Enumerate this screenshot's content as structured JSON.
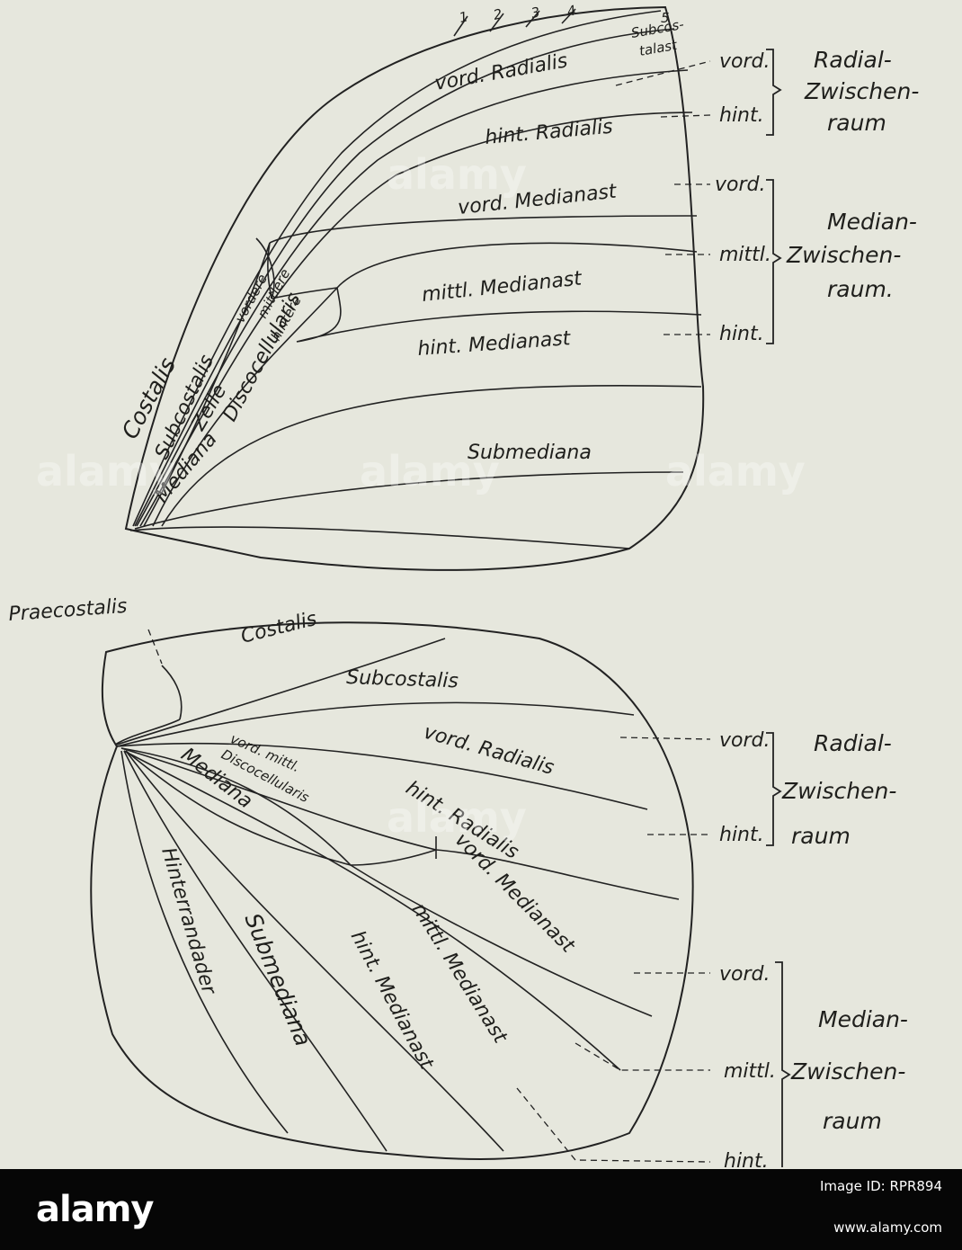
{
  "forewing": {
    "numbers": [
      "1",
      "2",
      "3",
      "4",
      "5"
    ],
    "subcostalast_line1": "Subcos-",
    "subcostalast_line2": "talast",
    "vord_radialis": "vord. Radialis",
    "hint_radialis": "hint. Radialis",
    "vord_medianast": "vord. Medianast",
    "mittl_medianast": "mittl. Medianast",
    "hint_medianast": "hint. Medianast",
    "submediana": "Submediana",
    "costalis": "Costalis",
    "subcostalis": "Subcostalis",
    "zelle": "Zelle",
    "mediana": "Mediana",
    "discocellularis": "Discocellularis",
    "vordere": "vordere",
    "mittlere": "mittlere",
    "hintere": "hintere",
    "tag_vord_radial": "vord.",
    "tag_hint_radial": "hint.",
    "radial_group_line1": "Radial-",
    "radial_group_line2": "Zwischen-",
    "radial_group_line3": "raum",
    "tag_vord_median": "vord.",
    "tag_mittl_median": "mittl.",
    "tag_hint_median": "hint.",
    "median_group_line1": "Median-",
    "median_group_line2": "Zwischen-",
    "median_group_line3": "raum."
  },
  "hindwing": {
    "praecostalis": "Praecostalis",
    "costalis": "Costalis",
    "subcostalis": "Subcostalis",
    "vord_radialis": "vord. Radialis",
    "hint_radialis": "hint. Radialis",
    "vord_mittl": "vord. mittl.",
    "discocellularis": "Discocellularis",
    "mediana": "Mediana",
    "vord_medianast": "vord. Medianast",
    "mittl_medianast": "mittl. Medianast",
    "hint_medianast": "hint. Medianast",
    "submediana": "Submediana",
    "hinterrandader": "Hinterrandader",
    "tag_vord_radial": "vord.",
    "tag_hint_radial": "hint.",
    "radial_group_line1": "Radial-",
    "radial_group_line2": "Zwischen-",
    "radial_group_line3": "raum",
    "tag_vord_median": "vord.",
    "tag_mittl_median": "mittl.",
    "tag_hint_median": "hint.",
    "median_group_line1": "Median-",
    "median_group_line2": "Zwischen-",
    "median_group_line3": "raum"
  },
  "watermark": {
    "text": "alamy"
  },
  "footer": {
    "logo": "alamy",
    "image_id": "Image ID: RPR894",
    "url": "www.alamy.com"
  }
}
